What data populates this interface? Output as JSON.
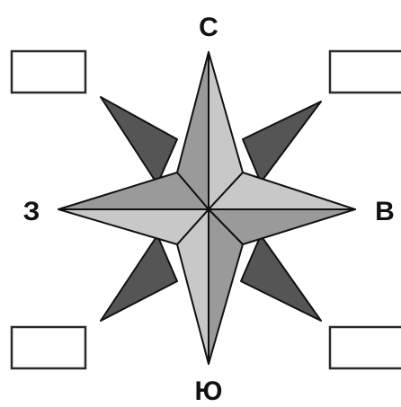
{
  "labels": {
    "north": "С",
    "south": "Ю",
    "west": "З",
    "east": "В"
  },
  "answer_boxes": {
    "top_left": "",
    "top_right": "",
    "bottom_left": "",
    "bottom_right": ""
  },
  "colors": {
    "diagonal_points": "#555555",
    "cardinal_face_dark": "#9a9a9a",
    "cardinal_face_light": "#c8c8c8",
    "outline": "#111111",
    "box_border": "#2a2a2a",
    "background": "#ffffff"
  }
}
